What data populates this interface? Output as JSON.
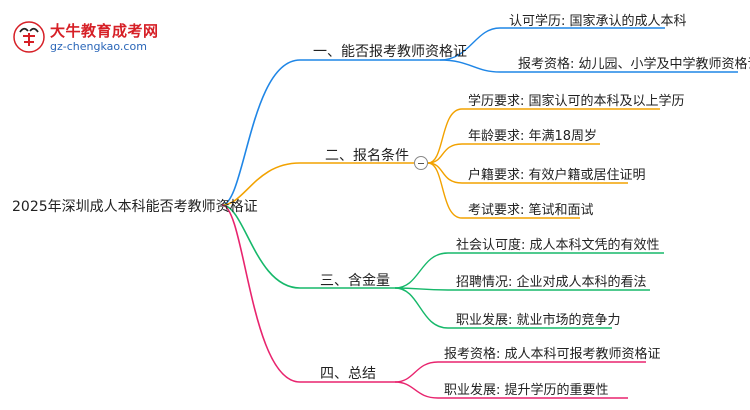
{
  "brand": {
    "title": "大牛教育成考网",
    "url": "gz-chengkao.com"
  },
  "mindmap": {
    "root": "2025年深圳成人本科能否考教师资格证",
    "branches": [
      {
        "label": "一、能否报考教师资格证",
        "color": "#1f86e6",
        "children": [
          "认可学历: 国家承认的成人本科",
          "报考资格: 幼儿园、小学及中学教师资格证"
        ]
      },
      {
        "label": "二、报名条件",
        "color": "#f2a200",
        "children": [
          "学历要求: 国家认可的本科及以上学历",
          "年龄要求: 年满18周岁",
          "户籍要求: 有效户籍或居住证明",
          "考试要求: 笔试和面试"
        ]
      },
      {
        "label": "三、含金量",
        "color": "#16b86a",
        "children": [
          "社会认可度: 成人本科文凭的有效性",
          "招聘情况: 企业对成人本科的看法",
          "职业发展: 就业市场的竞争力"
        ]
      },
      {
        "label": "四、总结",
        "color": "#e8246e",
        "children": [
          "报考资格: 成人本科可报考教师资格证",
          "职业发展: 提升学历的重要性"
        ]
      }
    ]
  }
}
